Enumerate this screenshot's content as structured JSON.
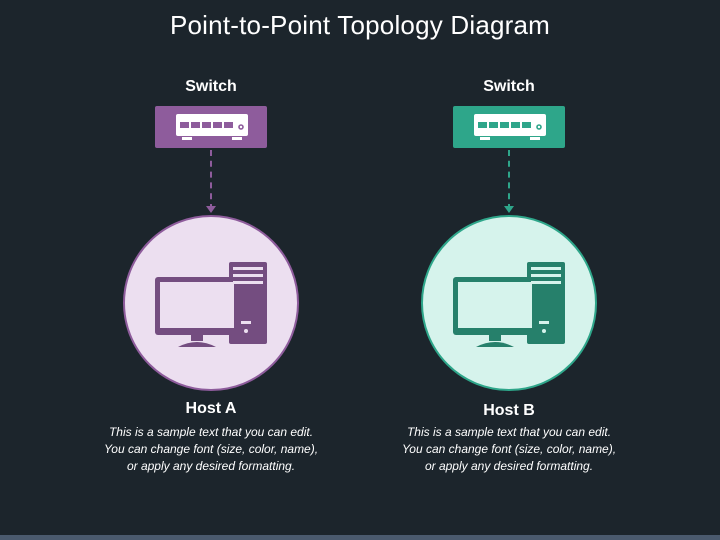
{
  "title": "Point-to-Point Topology Diagram",
  "colors": {
    "background": "#1c252c",
    "host_a_accent": "#8e5c9c",
    "host_a_dark": "#744d80",
    "host_a_fill": "#ecdff0",
    "host_b_accent": "#2ea68a",
    "host_b_dark": "#26806b",
    "host_b_fill": "#d6f3ec"
  },
  "left": {
    "switch_label": "Switch",
    "switch_icon": "network-switch-icon",
    "host_icon": "desktop-computer-icon",
    "host_name": "Host A",
    "description": [
      "This is a sample text that you can edit.",
      "You can change font (size, color, name),",
      "or apply any desired formatting."
    ]
  },
  "right": {
    "switch_label": "Switch",
    "switch_icon": "network-switch-icon",
    "host_icon": "desktop-computer-icon",
    "host_name": "Host B",
    "description": [
      "This is a sample text that you can edit.",
      "You can change font (size, color, name),",
      "or apply any desired formatting."
    ]
  }
}
